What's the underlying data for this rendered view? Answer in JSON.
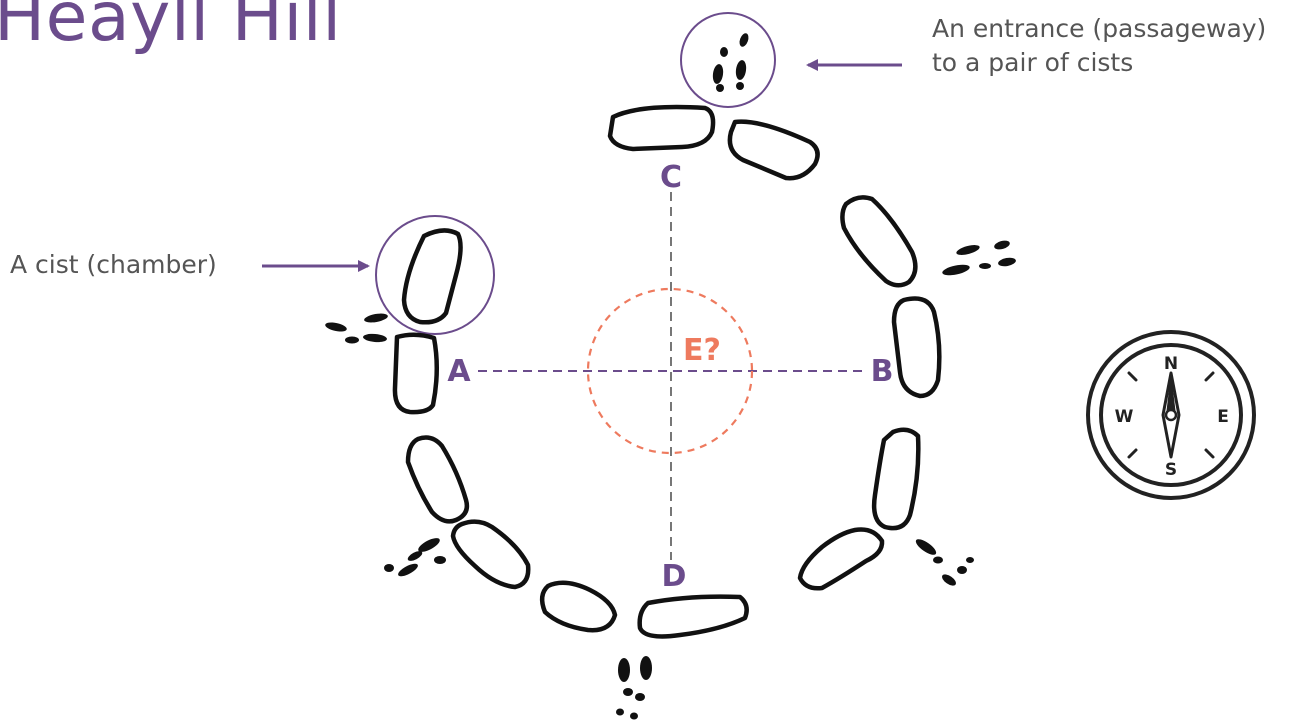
{
  "title": "Heayll Hill",
  "annotations": {
    "entrance": [
      "An entrance (passageway)",
      "to a pair of cists"
    ],
    "cist": "A cist (chamber)"
  },
  "points": {
    "a": "A",
    "b": "B",
    "c": "C",
    "d": "D",
    "e": "E?"
  },
  "compass": {
    "north": "N",
    "south": "S",
    "east": "E",
    "west": "W"
  },
  "colors": {
    "accent": "#6b4c8c",
    "highlight": "#ee7a5e",
    "stone": "#111111",
    "annotation": "#555555"
  },
  "icons": [
    "footprints-icon",
    "compass-icon",
    "arrow-icon"
  ]
}
